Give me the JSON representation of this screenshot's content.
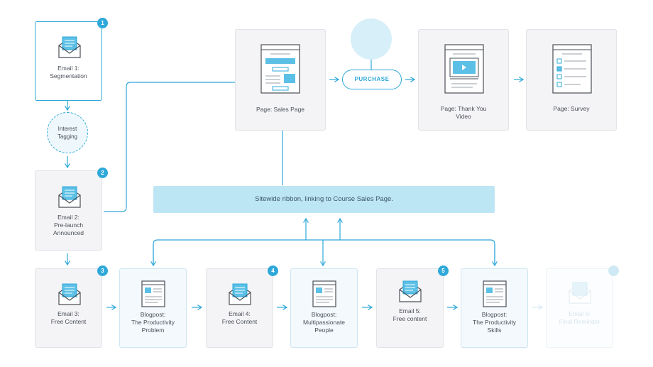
{
  "nodes": {
    "email1": "Email 1:\nSegmentation",
    "interest_tagging": "Interest\nTagging",
    "email2": "Email 2:\nPre-launch\nAnnounced",
    "email3": "Email 3:\nFree Content",
    "blog1": "Blogpost:\nThe Productivity\nProblem",
    "email4": "Email 4:\nFree Content",
    "blog2": "Blogpost:\nMultipassionate\nPeople",
    "email5": "Email 5:\nFree content",
    "blog3": "Blogpost:\nThe Productivity\nSkills",
    "email6": "Email 6:\nFinal Reminder",
    "sales_page": "Page: Sales Page",
    "purchase": "PURCHASE",
    "thank_you": "Page: Thank You\nVideo",
    "survey": "Page: Survey"
  },
  "badges": {
    "b1": "1",
    "b2": "2",
    "b3": "3",
    "b4": "4",
    "b5": "5"
  },
  "ribbon": "Sitewide ribbon, linking to Course Sales Page.",
  "colors": {
    "accent": "#2ea8d9",
    "ribbon": "#bde6f5",
    "card_grey": "#f4f4f6"
  },
  "icons": [
    "envelope-icon",
    "sales-page-icon",
    "video-page-icon",
    "survey-page-icon",
    "blog-page-icon"
  ]
}
